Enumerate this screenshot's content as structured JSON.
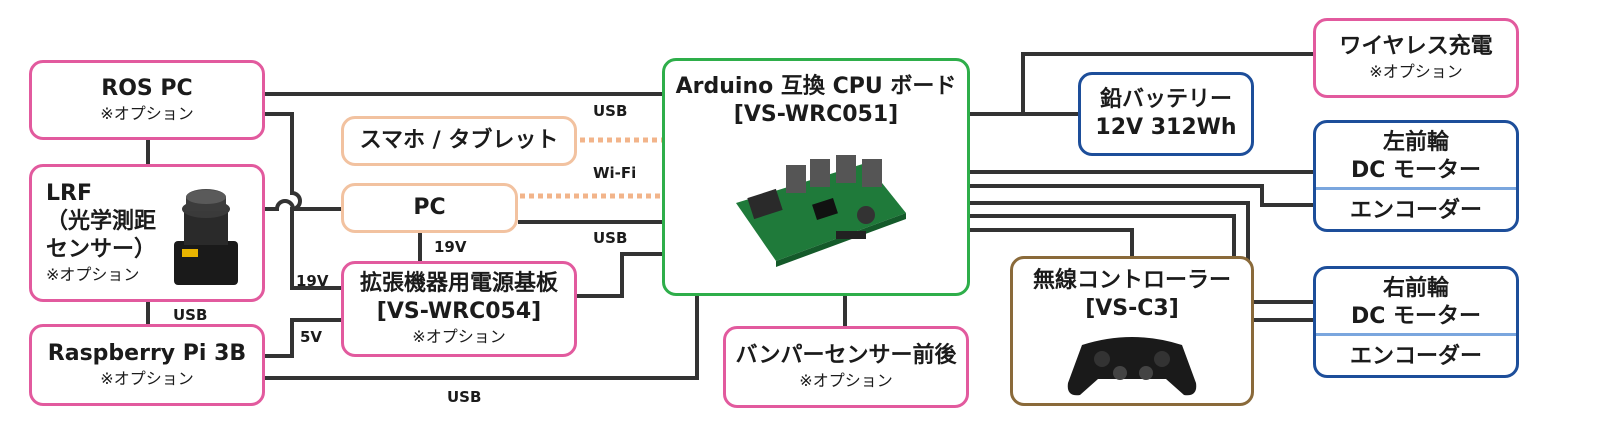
{
  "colors": {
    "line": "#333333",
    "pink": "#e25a9e",
    "peach": "#f2c2a0",
    "green": "#2eae4a",
    "blue": "#1d4e9a",
    "brown": "#8a6a3a",
    "wifi_dots": "#f2b48a"
  },
  "nodes": {
    "ros_pc": {
      "title": "ROS PC",
      "sub": "※オプション"
    },
    "lrf": {
      "l1": "LRF",
      "l2": "（光学測距",
      "l3": "センサー）",
      "sub": "※オプション"
    },
    "raspberry": {
      "title": "Raspberry Pi 3B",
      "sub": "※オプション"
    },
    "smartphone": {
      "title": "スマホ / タブレット"
    },
    "pc": {
      "title": "PC"
    },
    "expansion": {
      "l1": "拡張機器用電源基板",
      "l2": "[VS-WRC054]",
      "sub": "※オプション"
    },
    "arduino": {
      "l1": "Arduino 互換 CPU ボード",
      "l2": "[VS-WRC051]"
    },
    "bumper": {
      "title": "バンパーセンサー前後",
      "sub": "※オプション"
    },
    "battery": {
      "l1": "鉛バッテリー",
      "l2": "12V 312Wh"
    },
    "wireless_charge": {
      "title": "ワイヤレス充電",
      "sub": "※オプション"
    },
    "left_wheel": {
      "l1": "左前輪",
      "l2": "DC モーター",
      "l3": "エンコーダー"
    },
    "right_wheel": {
      "l1": "右前輪",
      "l2": "DC モーター",
      "l3": "エンコーダー"
    },
    "controller": {
      "l1": "無線コントローラー",
      "l2": "[VS-C3]"
    }
  },
  "labels": {
    "usb_ros": "USB",
    "wifi": "Wi-Fi",
    "usb_pc": "USB",
    "v19_pc": "19V",
    "v19_left": "19V",
    "v5": "5V",
    "usb_lrf": "USB",
    "usb_bottom": "USB"
  }
}
